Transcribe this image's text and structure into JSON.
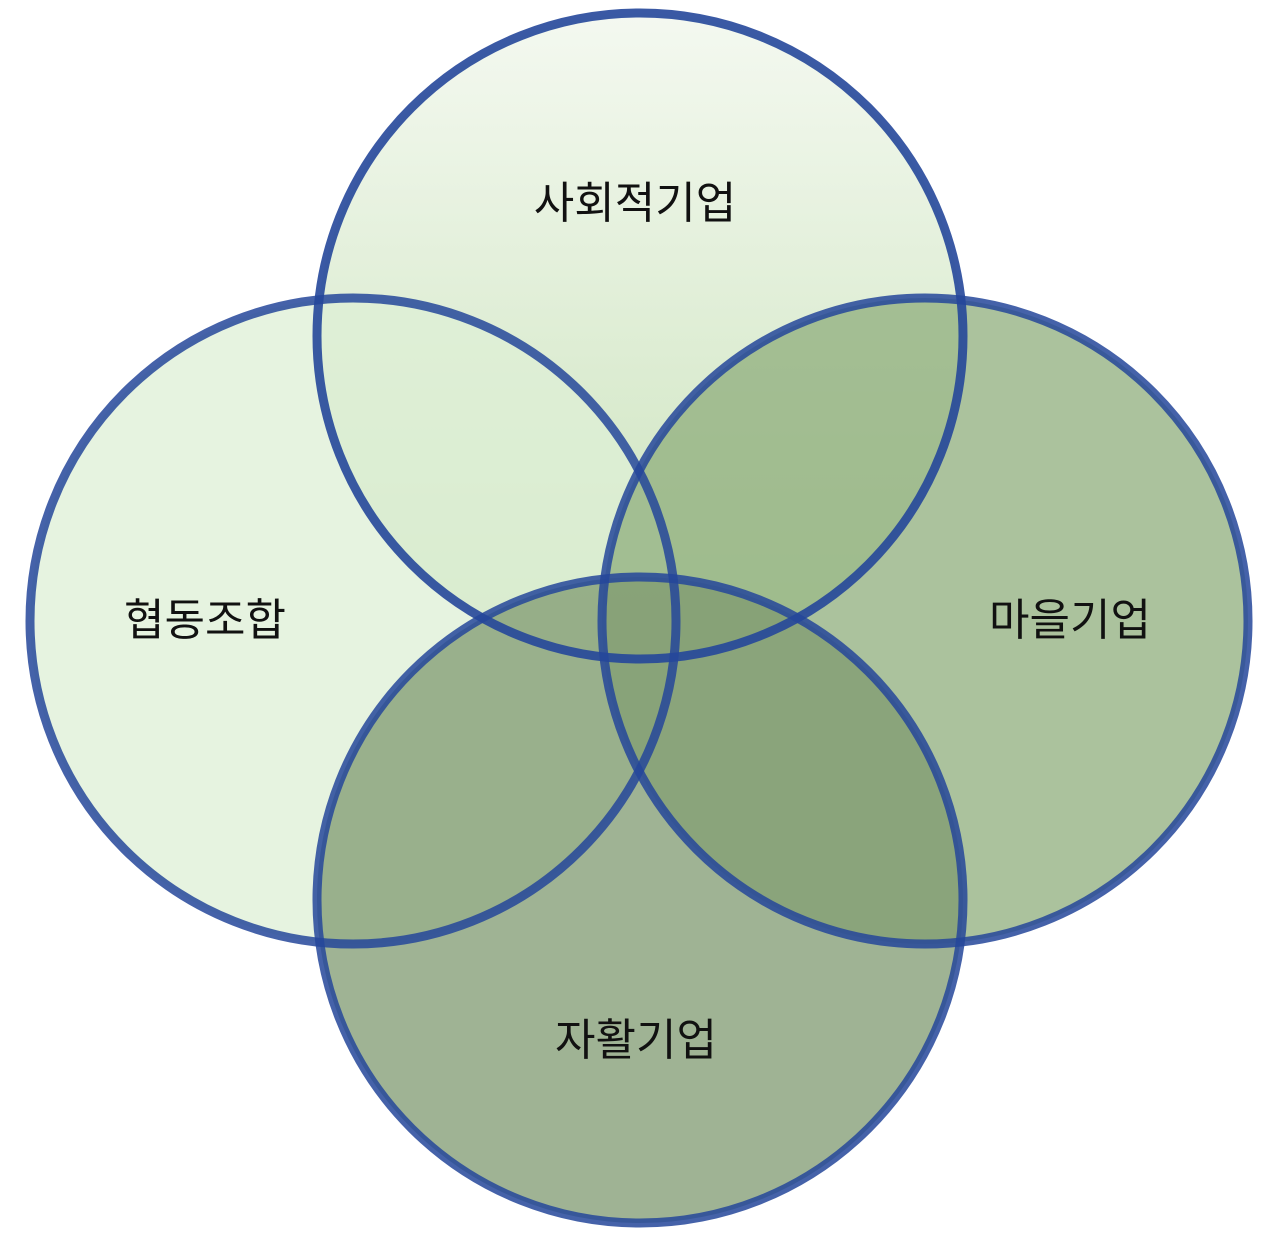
{
  "diagram": {
    "colors": {
      "outline": "#25479a",
      "top_fill_light": "#f3f8ef",
      "top_fill_dark": "#c5e0b4",
      "left_fill": "#deefd5",
      "right_fill": "#8fae7c",
      "bottom_fill": "#7f9a70"
    },
    "circles": [
      {
        "id": "top",
        "label": "사회적기업"
      },
      {
        "id": "left",
        "label": "협동조합"
      },
      {
        "id": "right",
        "label": "마을기업"
      },
      {
        "id": "bottom",
        "label": "자활기업"
      }
    ]
  }
}
